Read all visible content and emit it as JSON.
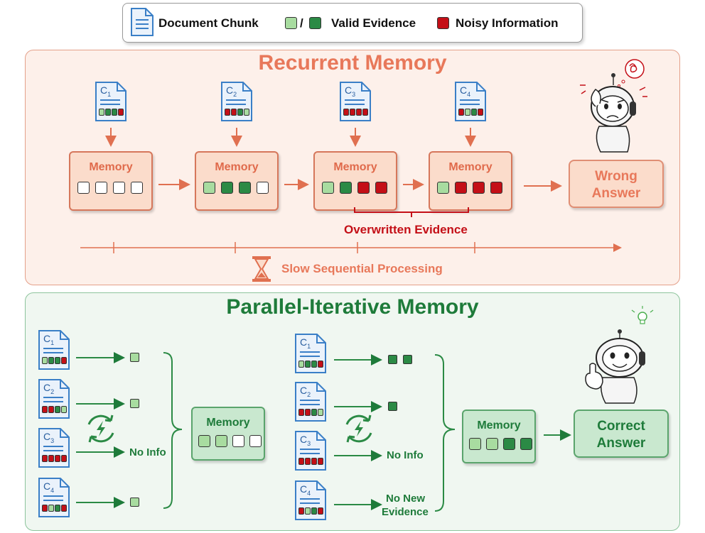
{
  "legend": {
    "doc_label": "Document Chunk",
    "slash": "/",
    "valid_label": "Valid Evidence",
    "noisy_label": "Noisy Information"
  },
  "recurrent": {
    "title": "Recurrent Memory",
    "docs": [
      {
        "c": "C",
        "sub": "1",
        "squares": [
          "l",
          "d",
          "d",
          "r"
        ]
      },
      {
        "c": "C",
        "sub": "2",
        "squares": [
          "r",
          "r",
          "d",
          "l"
        ]
      },
      {
        "c": "C",
        "sub": "3",
        "squares": [
          "r",
          "r",
          "r",
          "r"
        ]
      },
      {
        "c": "C",
        "sub": "4",
        "squares": [
          "r",
          "l",
          "d",
          "r"
        ]
      }
    ],
    "memories": [
      {
        "label": "Memory",
        "squares": [
          "w",
          "w",
          "w",
          "w"
        ]
      },
      {
        "label": "Memory",
        "squares": [
          "l",
          "d",
          "d",
          "w"
        ]
      },
      {
        "label": "Memory",
        "squares": [
          "l",
          "d",
          "r",
          "r"
        ]
      },
      {
        "label": "Memory",
        "squares": [
          "l",
          "r",
          "r",
          "r"
        ]
      }
    ],
    "answer_line1": "Wrong",
    "answer_line2": "Answer",
    "overwritten": "Overwritten Evidence",
    "slow": "Slow Sequential Processing"
  },
  "parallel": {
    "title": "Parallel-Iterative Memory",
    "left_docs": [
      {
        "c": "C",
        "sub": "1",
        "squares": [
          "l",
          "d",
          "d",
          "r"
        ]
      },
      {
        "c": "C",
        "sub": "2",
        "squares": [
          "r",
          "r",
          "d",
          "l"
        ]
      },
      {
        "c": "C",
        "sub": "3",
        "squares": [
          "r",
          "r",
          "r",
          "r"
        ]
      },
      {
        "c": "C",
        "sub": "4",
        "squares": [
          "r",
          "l",
          "d",
          "r"
        ]
      }
    ],
    "right_docs": [
      {
        "c": "C",
        "sub": "1",
        "squares": [
          "l",
          "d",
          "d",
          "r"
        ]
      },
      {
        "c": "C",
        "sub": "2",
        "squares": [
          "r",
          "r",
          "d",
          "l"
        ]
      },
      {
        "c": "C",
        "sub": "3",
        "squares": [
          "r",
          "r",
          "r",
          "r"
        ]
      },
      {
        "c": "C",
        "sub": "4",
        "squares": [
          "r",
          "l",
          "d",
          "r"
        ]
      }
    ],
    "no_info": "No Info",
    "no_new_1": "No New",
    "no_new_2": "Evidence",
    "memory1": {
      "label": "Memory",
      "squares": [
        "l",
        "l",
        "w",
        "w"
      ]
    },
    "memory2": {
      "label": "Memory",
      "squares": [
        "l",
        "l",
        "d",
        "d"
      ]
    },
    "answer_line1": "Correct",
    "answer_line2": "Answer"
  },
  "colors": {
    "red_accent": "#e8785a",
    "green_accent": "#1e7b3a",
    "noisy_red": "#c40f17",
    "valid_light": "#a8dca0",
    "valid_dark": "#2b8a45"
  }
}
